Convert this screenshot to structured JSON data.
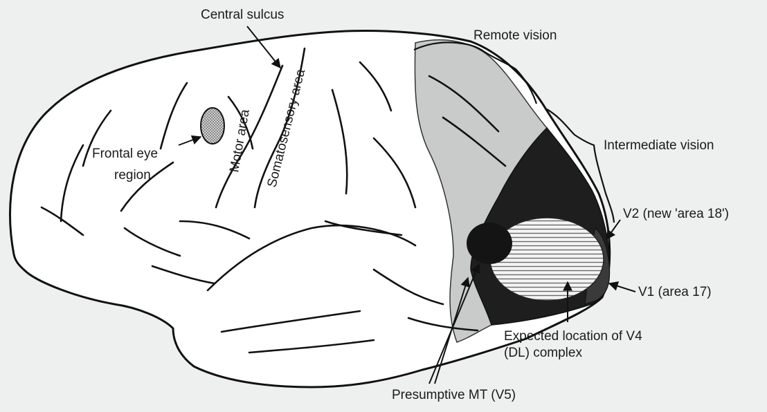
{
  "labels": {
    "central_sulcus": "Central sulcus",
    "remote_vision": "Remote vision",
    "intermediate_vision": "Intermediate vision",
    "motor_area": "Motor area",
    "somatosensory_area": "Somatosensory area",
    "frontal_eye_line1": "Frontal eye",
    "frontal_eye_line2": "region",
    "v2": "V2 (new 'area 18')",
    "v1": "V1 (area 17)",
    "v4_line1": "Expected location of V4",
    "v4_line2": "(DL) complex",
    "mt": "Presumptive MT (V5)"
  },
  "colors": {
    "background": "#eef0ef",
    "brain_fill": "#ffffff",
    "outline": "#111111",
    "remote_vision_shade": "#c9cbcb",
    "intermediate_vision_shade": "#1e1e1e",
    "v1_shade": "#3a3a3a"
  }
}
